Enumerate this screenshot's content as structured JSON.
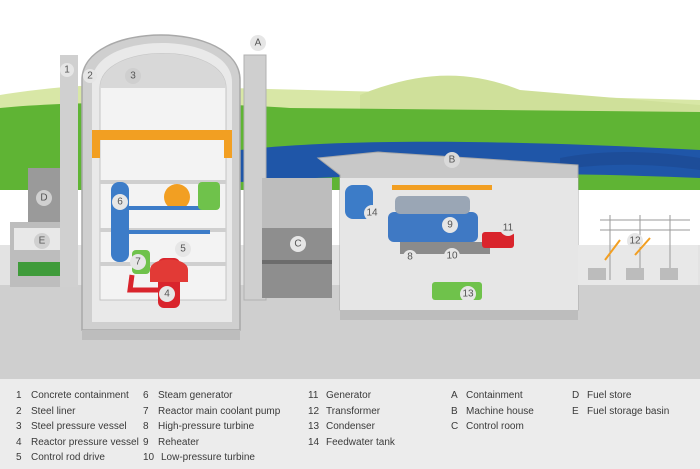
{
  "diagram": {
    "markers": {
      "m1": "1",
      "m2": "2",
      "m3": "3",
      "m4": "4",
      "m5": "5",
      "m6": "6",
      "m7": "7",
      "m8": "8",
      "m9": "9",
      "m10": "10",
      "m11": "11",
      "m12": "12",
      "m13": "13",
      "m14": "14",
      "mA": "A",
      "mB": "B",
      "mC": "C",
      "mD": "D",
      "mE": "E"
    }
  },
  "legend": {
    "col1": [
      {
        "key": "1",
        "text": "Concrete containment"
      },
      {
        "key": "2",
        "text": "Steel liner"
      },
      {
        "key": "3",
        "text": "Steel pressure vessel"
      },
      {
        "key": "4",
        "text": "Reactor pressure vessel"
      },
      {
        "key": "5",
        "text": "Control rod drive"
      }
    ],
    "col2": [
      {
        "key": "6",
        "text": "Steam generator"
      },
      {
        "key": "7",
        "text": "Reactor main coolant pump"
      },
      {
        "key": "8",
        "text": "High-pressure turbine"
      },
      {
        "key": "9",
        "text": "Reheater"
      },
      {
        "key": "10",
        "text": "Low-pressure turbine"
      }
    ],
    "col3": [
      {
        "key": "11",
        "text": "Generator"
      },
      {
        "key": "12",
        "text": "Transformer"
      },
      {
        "key": "13",
        "text": "Condenser"
      },
      {
        "key": "14",
        "text": "Feedwater tank"
      }
    ],
    "col4": [
      {
        "key": "A",
        "text": "Containment"
      },
      {
        "key": "B",
        "text": "Machine house"
      },
      {
        "key": "C",
        "text": "Control room"
      }
    ],
    "col5": [
      {
        "key": "D",
        "text": "Fuel store"
      },
      {
        "key": "E",
        "text": "Fuel storage basin"
      }
    ]
  }
}
